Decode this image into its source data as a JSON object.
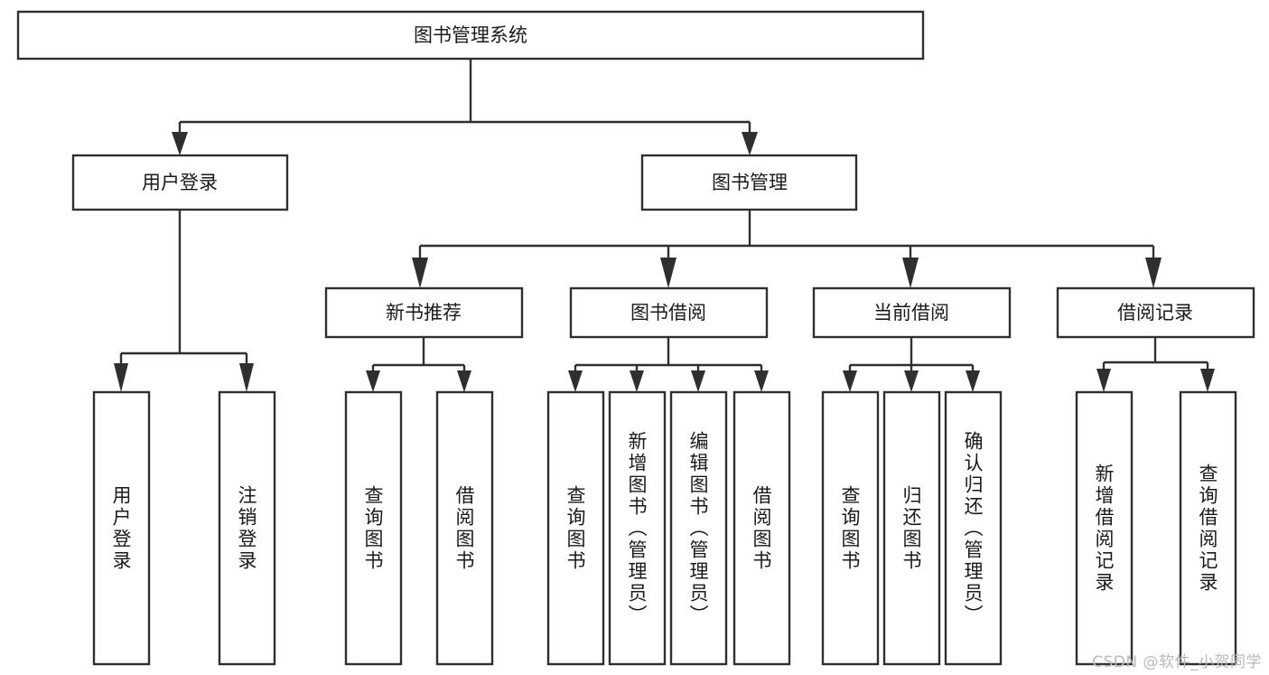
{
  "diagram": {
    "type": "tree-hierarchy-chart",
    "title_node": {
      "id": "root",
      "label": "图书管理系统"
    },
    "orientation": "top-down",
    "colors": {
      "box_stroke": "#2f2f2f",
      "box_fill": "#ffffff",
      "text": "#1a1a1a",
      "background": "#ffffff",
      "watermark": "#b9b9b9"
    },
    "levels": {
      "level1": [
        {
          "id": "user-login",
          "label": "用户登录"
        },
        {
          "id": "book-management",
          "label": "图书管理"
        }
      ],
      "level2": [
        {
          "id": "new-book-recommend",
          "label": "新书推荐",
          "parent": "book-management"
        },
        {
          "id": "book-borrow",
          "label": "图书借阅",
          "parent": "book-management"
        },
        {
          "id": "current-borrow",
          "label": "当前借阅",
          "parent": "book-management"
        },
        {
          "id": "borrow-record",
          "label": "借阅记录",
          "parent": "book-management"
        }
      ],
      "leaves": [
        {
          "id": "leaf-user-login",
          "label": "用户登录",
          "parent": "user-login"
        },
        {
          "id": "leaf-logout",
          "label": "注销登录",
          "parent": "user-login"
        },
        {
          "id": "leaf-query-book-1",
          "label": "查询图书",
          "parent": "new-book-recommend"
        },
        {
          "id": "leaf-borrow-book-1",
          "label": "借阅图书",
          "parent": "new-book-recommend"
        },
        {
          "id": "leaf-query-book-2",
          "label": "查询图书",
          "parent": "book-borrow"
        },
        {
          "id": "leaf-add-book",
          "label": "新增图书（管理员）",
          "parent": "book-borrow"
        },
        {
          "id": "leaf-edit-book",
          "label": "编辑图书（管理员）",
          "parent": "book-borrow"
        },
        {
          "id": "leaf-borrow-book-2",
          "label": "借阅图书",
          "parent": "book-borrow"
        },
        {
          "id": "leaf-query-book-3",
          "label": "查询图书",
          "parent": "current-borrow"
        },
        {
          "id": "leaf-return-book",
          "label": "归还图书",
          "parent": "current-borrow"
        },
        {
          "id": "leaf-confirm-return",
          "label": "确认归还（管理员）",
          "parent": "current-borrow"
        },
        {
          "id": "leaf-add-record",
          "label": "新增借阅记录",
          "parent": "borrow-record"
        },
        {
          "id": "leaf-query-record",
          "label": "查询借阅记录",
          "parent": "borrow-record"
        }
      ]
    }
  },
  "watermark": {
    "text": "CSDN @软件_小贺同学"
  }
}
